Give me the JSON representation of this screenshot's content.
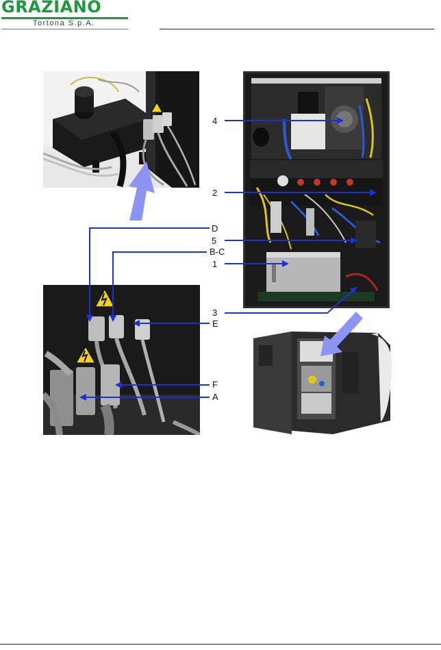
{
  "header": {
    "brand": "GRAZIANO",
    "company": "Tortona S.p.A."
  },
  "figure": {
    "photos": [
      {
        "id": "connector-panel-topview",
        "subject": "machine corner with cable connectors"
      },
      {
        "id": "electrical-cabinet-open",
        "subject": "open hydraulic/electrical cabinet"
      },
      {
        "id": "connector-panel-closeup",
        "subject": "connector panel with warning signs"
      },
      {
        "id": "machine-overview",
        "subject": "machine enclosure with open side panel"
      }
    ],
    "callouts": [
      {
        "label": "4"
      },
      {
        "label": "2"
      },
      {
        "label": "D"
      },
      {
        "label": "5"
      },
      {
        "label": "B-C"
      },
      {
        "label": "1"
      },
      {
        "label": "3"
      },
      {
        "label": "E"
      },
      {
        "label": "F"
      },
      {
        "label": "A"
      }
    ],
    "colors": {
      "callout_line": "#1f2fd6",
      "pointer_arrow": "#8c94f2",
      "brand_green": "#1a9a3a"
    }
  }
}
